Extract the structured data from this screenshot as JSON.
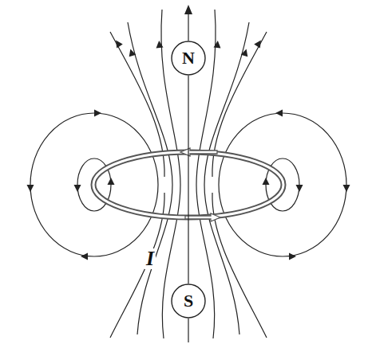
{
  "diagram": {
    "nodes": [
      {
        "text": [
          "N"
        ]
      },
      {
        "text": [
          "S"
        ]
      }
    ],
    "edges": [
      {
        "from": 1,
        "to": 0,
        "arrow": "none"
      }
    ],
    "labels": [
      "I"
    ]
  }
}
